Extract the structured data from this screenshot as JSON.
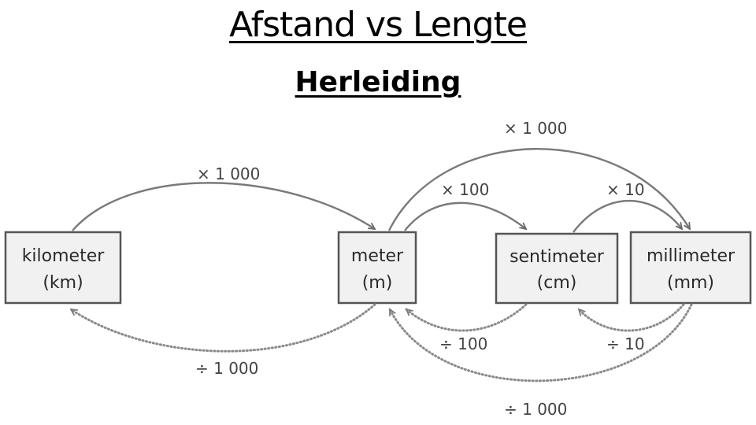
{
  "title": "Afstand vs Lengte",
  "subtitle": "Herleiding",
  "units": [
    {
      "name": "kilometer",
      "abbr": "(km)"
    },
    {
      "name": "meter",
      "abbr": "(m)"
    },
    {
      "name": "sentimeter",
      "abbr": "(cm)"
    },
    {
      "name": "millimeter",
      "abbr": "(mm)"
    }
  ],
  "conversions": {
    "km_to_m": "× 1 000",
    "m_to_cm": "× 100",
    "m_to_mm": "× 1 000",
    "cm_to_mm": "× 10",
    "m_to_km": "÷ 1 000",
    "cm_to_m": "÷ 100",
    "mm_to_cm": "÷ 10",
    "mm_to_m": "÷ 1 000"
  }
}
